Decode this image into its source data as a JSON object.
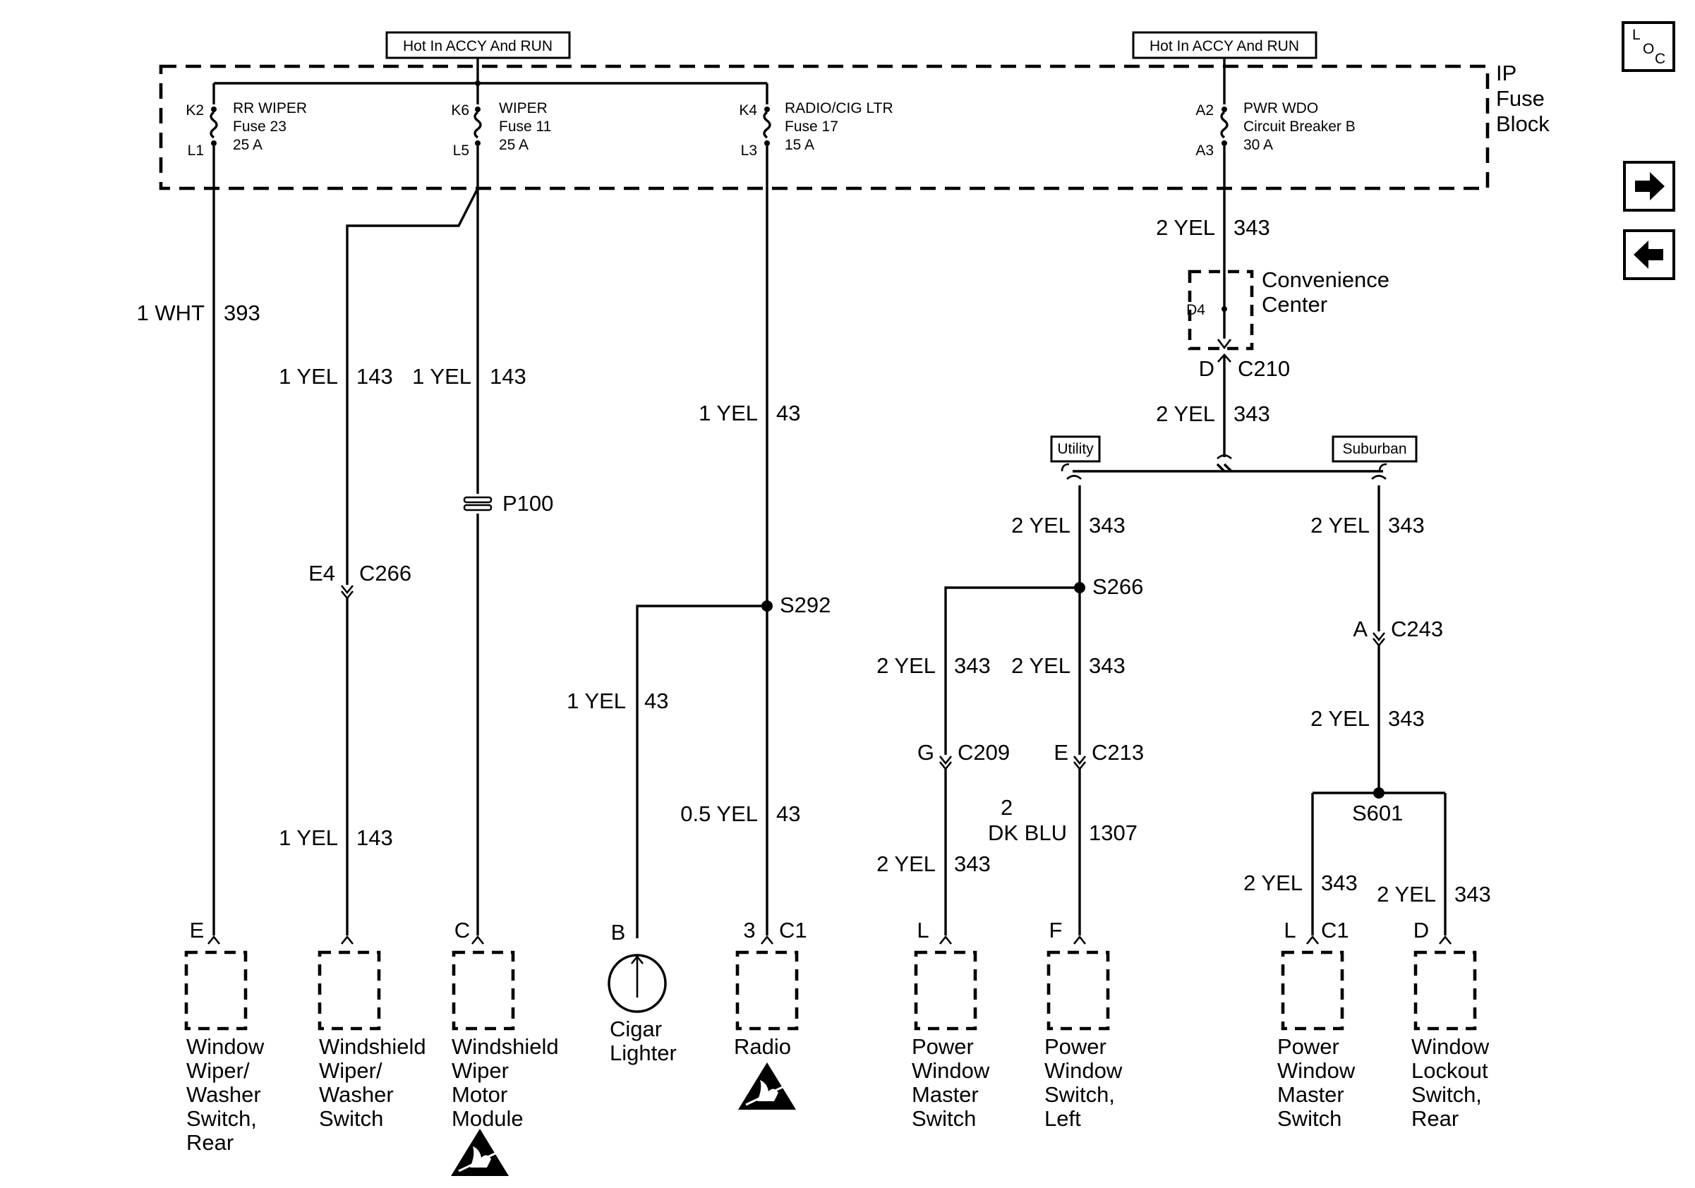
{
  "hot_labels": [
    "Hot In ACCY And RUN",
    "Hot In ACCY And RUN"
  ],
  "ip_fuse_block": [
    "IP",
    "Fuse",
    "Block"
  ],
  "fuses": [
    {
      "pin_in": "K2",
      "pin_out": "L1",
      "name": "RR WIPER",
      "fuse": "Fuse 23",
      "rating": "25 A"
    },
    {
      "pin_in": "K6",
      "pin_out": "L5",
      "name": "WIPER",
      "fuse": "Fuse 11",
      "rating": "25 A"
    },
    {
      "pin_in": "K4",
      "pin_out": "L3",
      "name": "RADIO/CIG LTR",
      "fuse": "Fuse 17",
      "rating": "15 A"
    },
    {
      "pin_in": "A2",
      "pin_out": "A3",
      "name": "PWR WDO",
      "fuse": "Circuit Breaker B",
      "rating": "30 A"
    }
  ],
  "wire_labels": {
    "w1": {
      "gauge": "1 WHT",
      "circuit": "393"
    },
    "w2": {
      "gauge": "1 YEL",
      "circuit": "143"
    },
    "w3": {
      "gauge": "1 YEL",
      "circuit": "143"
    },
    "w4": {
      "gauge": "1 YEL",
      "circuit": "43"
    },
    "w5": {
      "gauge": "1 YEL",
      "circuit": "143"
    },
    "w6": {
      "gauge": "1 YEL",
      "circuit": "43"
    },
    "w7": {
      "gauge": "0.5 YEL",
      "circuit": "43"
    },
    "w8": {
      "gauge": "2 YEL",
      "circuit": "343"
    },
    "w9": {
      "gauge": "2 YEL",
      "circuit": "343"
    },
    "w10": {
      "gauge": "2 YEL",
      "circuit": "343"
    },
    "w11": {
      "gauge": "2 YEL",
      "circuit": "343"
    },
    "w12": {
      "gauge": "2 YEL",
      "circuit": "343"
    },
    "w13": {
      "gauge": "2 YEL",
      "circuit": "343"
    },
    "w14": {
      "gauge": "2 YEL",
      "circuit": "343"
    },
    "w15": {
      "gauge": "2 YEL",
      "circuit": "343"
    },
    "w16": {
      "gauge_line1": "2",
      "gauge_line2": "DK BLU",
      "circuit": "1307"
    },
    "w17": {
      "gauge": "2 YEL",
      "circuit": "343"
    },
    "w18": {
      "gauge": "2 YEL",
      "circuit": "343"
    }
  },
  "connectors": {
    "c266": {
      "pin": "E4",
      "name": "C266"
    },
    "p100": {
      "name": "P100"
    },
    "s292": {
      "name": "S292"
    },
    "conv_center": {
      "pin": "D4",
      "name_line1": "Convenience",
      "name_line2": "Center"
    },
    "c210": {
      "pin": "D",
      "name": "C210"
    },
    "s266": {
      "name": "S266"
    },
    "c243": {
      "pin": "A",
      "name": "C243"
    },
    "c209": {
      "pin": "G",
      "name": "C209"
    },
    "c213": {
      "pin": "E",
      "name": "C213"
    },
    "s601": {
      "name": "S601"
    }
  },
  "options": {
    "utility": "Utility",
    "suburban": "Suburban"
  },
  "components": [
    {
      "pin": "E",
      "pin2": "",
      "lines": [
        "Window",
        "Wiper/",
        "Washer",
        "Switch,",
        "Rear"
      ],
      "esd": false
    },
    {
      "pin": "",
      "pin2": "",
      "lines": [
        "Windshield",
        "Wiper/",
        "Washer",
        "Switch"
      ],
      "esd": false
    },
    {
      "pin": "C",
      "pin2": "",
      "lines": [
        "Windshield",
        "Wiper",
        "Motor",
        "Module"
      ],
      "esd": true
    },
    {
      "pin": "B",
      "pin2": "",
      "lines": [
        "Cigar",
        "Lighter"
      ],
      "esd": false
    },
    {
      "pin": "3",
      "pin2": "C1",
      "lines": [
        "Radio"
      ],
      "esd": true
    },
    {
      "pin": "L",
      "pin2": "",
      "lines": [
        "Power",
        "Window",
        "Master",
        "Switch"
      ],
      "esd": false
    },
    {
      "pin": "F",
      "pin2": "",
      "lines": [
        "Power",
        "Window",
        "Switch,",
        "Left"
      ],
      "esd": false
    },
    {
      "pin": "L",
      "pin2": "C1",
      "lines": [
        "Power",
        "Window",
        "Master",
        "Switch"
      ],
      "esd": false
    },
    {
      "pin": "D",
      "pin2": "",
      "lines": [
        "Window",
        "Lockout",
        "Switch,",
        "Rear"
      ],
      "esd": false
    }
  ],
  "nav": {
    "loc_l": "L",
    "loc_o": "O",
    "loc_c": "C",
    "next_icon": "arrow-right-icon",
    "prev_icon": "arrow-left-icon"
  }
}
